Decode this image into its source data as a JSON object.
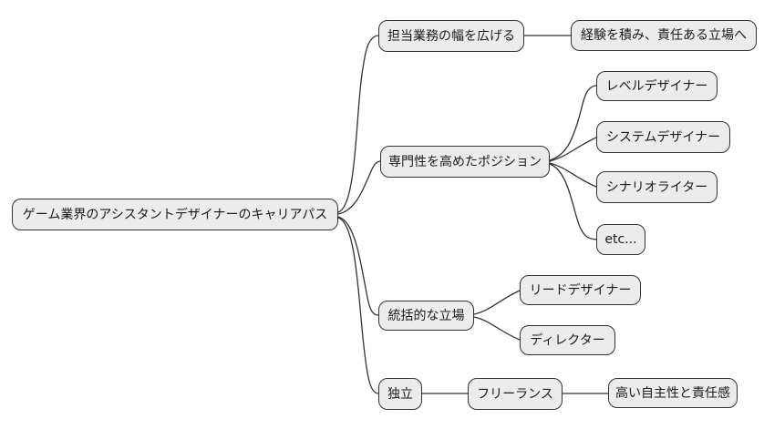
{
  "mindmap": {
    "root": {
      "label": "ゲーム業界のアシスタントデザイナーのキャリアパス"
    },
    "branches": [
      {
        "label": "担当業務の幅を広げる",
        "children": [
          {
            "label": "経験を積み、責任ある立場へ"
          }
        ]
      },
      {
        "label": "専門性を高めたポジション",
        "children": [
          {
            "label": "レベルデザイナー"
          },
          {
            "label": "システムデザイナー"
          },
          {
            "label": "シナリオライター"
          },
          {
            "label": "etc..."
          }
        ]
      },
      {
        "label": "統括的な立場",
        "children": [
          {
            "label": "リードデザイナー"
          },
          {
            "label": "ディレクター"
          }
        ]
      },
      {
        "label": "独立",
        "children": [
          {
            "label": "フリーランス",
            "children": [
              {
                "label": "高い自主性と責任感"
              }
            ]
          }
        ]
      }
    ]
  },
  "colors": {
    "background": "#ffffff",
    "node_fill": "#ececec",
    "node_border": "#333333",
    "line": "#333333"
  }
}
